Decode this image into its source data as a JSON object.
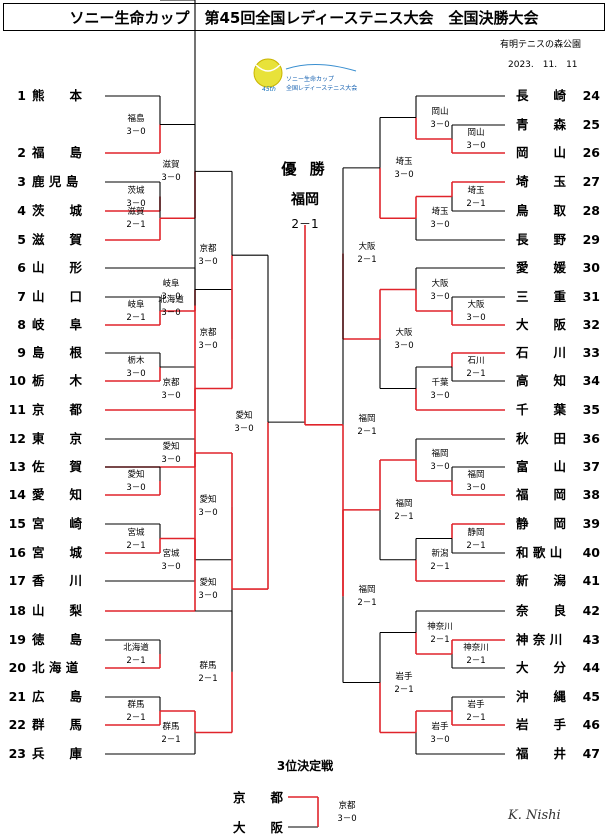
{
  "header": {
    "title": "ソニー生命カップ　第45回全国レディーステニス大会　全国決勝大会",
    "venue": "有明テニスの森公園",
    "date": "2023.　11.　11"
  },
  "logo": {
    "line1": "ソニー生命カップ",
    "line2": "全国レディーステニス大会",
    "ball_text": "45th"
  },
  "champion": {
    "heading": "優 勝",
    "team": "福岡",
    "score": "2－1"
  },
  "left_teams": [
    {
      "num": "1",
      "name": "熊　　本"
    },
    {
      "num": "2",
      "name": "福　　島"
    },
    {
      "num": "3",
      "name": "鹿 児 島"
    },
    {
      "num": "4",
      "name": "茨　　城"
    },
    {
      "num": "5",
      "name": "滋　　賀"
    },
    {
      "num": "6",
      "name": "山　　形"
    },
    {
      "num": "7",
      "name": "山　　口"
    },
    {
      "num": "8",
      "name": "岐　　阜"
    },
    {
      "num": "9",
      "name": "島　　根"
    },
    {
      "num": "10",
      "name": "栃　　木"
    },
    {
      "num": "11",
      "name": "京　　都"
    },
    {
      "num": "12",
      "name": "東　　京"
    },
    {
      "num": "13",
      "name": "佐　　賀"
    },
    {
      "num": "14",
      "name": "愛　　知"
    },
    {
      "num": "15",
      "name": "宮　　崎"
    },
    {
      "num": "16",
      "name": "宮　　城"
    },
    {
      "num": "17",
      "name": "香　　川"
    },
    {
      "num": "18",
      "name": "山　　梨"
    },
    {
      "num": "19",
      "name": "徳　　島"
    },
    {
      "num": "20",
      "name": "北 海 道"
    },
    {
      "num": "21",
      "name": "広　　島"
    },
    {
      "num": "22",
      "name": "群　　馬"
    },
    {
      "num": "23",
      "name": "兵　　庫"
    }
  ],
  "right_teams": [
    {
      "num": "24",
      "name": "長　　崎"
    },
    {
      "num": "25",
      "name": "青　　森"
    },
    {
      "num": "26",
      "name": "岡　　山"
    },
    {
      "num": "27",
      "name": "埼　　玉"
    },
    {
      "num": "28",
      "name": "鳥　　取"
    },
    {
      "num": "29",
      "name": "長　　野"
    },
    {
      "num": "30",
      "name": "愛　　媛"
    },
    {
      "num": "31",
      "name": "三　　重"
    },
    {
      "num": "32",
      "name": "大　　阪"
    },
    {
      "num": "33",
      "name": "石　　川"
    },
    {
      "num": "34",
      "name": "高　　知"
    },
    {
      "num": "35",
      "name": "千　　葉"
    },
    {
      "num": "36",
      "name": "秋　　田"
    },
    {
      "num": "37",
      "name": "富　　山"
    },
    {
      "num": "38",
      "name": "福　　岡"
    },
    {
      "num": "39",
      "name": "静　　岡"
    },
    {
      "num": "40",
      "name": "和 歌 山"
    },
    {
      "num": "41",
      "name": "新　　潟"
    },
    {
      "num": "42",
      "name": "奈　　良"
    },
    {
      "num": "43",
      "name": "神 奈 川"
    },
    {
      "num": "44",
      "name": "大　　分"
    },
    {
      "num": "45",
      "name": "沖　　縄"
    },
    {
      "num": "46",
      "name": "岩　　手"
    },
    {
      "num": "47",
      "name": "福　　井"
    }
  ],
  "matches": [
    {
      "id": "L1",
      "winner": "福島",
      "score": "3－0"
    },
    {
      "id": "L2",
      "winner": "茨城",
      "score": "3－0"
    },
    {
      "id": "L3",
      "winner": "滋賀",
      "score": "2－1"
    },
    {
      "id": "L4",
      "winner": "滋賀",
      "score": "3－0"
    },
    {
      "id": "L5",
      "winner": "岐阜",
      "score": "2－1"
    },
    {
      "id": "L6",
      "winner": "岐阜",
      "score": "3－0"
    },
    {
      "id": "L7",
      "winner": "栃木",
      "score": "3－0"
    },
    {
      "id": "L8",
      "winner": "京都",
      "score": "3－0"
    },
    {
      "id": "L9",
      "winner": "京都",
      "score": "3－0"
    },
    {
      "id": "L10",
      "winner": "京都",
      "score": "3－0"
    },
    {
      "id": "L11",
      "winner": "愛知",
      "score": "3－0"
    },
    {
      "id": "L12",
      "winner": "愛知",
      "score": "3－0"
    },
    {
      "id": "L13",
      "winner": "宮城",
      "score": "2－1"
    },
    {
      "id": "L14",
      "winner": "宮城",
      "score": "3－0"
    },
    {
      "id": "L15",
      "winner": "愛知",
      "score": "3－0"
    },
    {
      "id": "L16",
      "winner": "北海道",
      "score": "3－0"
    },
    {
      "id": "L17",
      "winner": "北海道",
      "score": "2－1"
    },
    {
      "id": "L18",
      "winner": "群馬",
      "score": "2－1"
    },
    {
      "id": "L19",
      "winner": "群馬",
      "score": "2－1"
    },
    {
      "id": "L20",
      "winner": "群馬",
      "score": "2－1"
    },
    {
      "id": "L21",
      "winner": "愛知",
      "score": "3－0"
    },
    {
      "id": "L22",
      "winner": "愛知",
      "score": "3－0"
    },
    {
      "id": "R1",
      "winner": "岡山",
      "score": "3－0"
    },
    {
      "id": "R2",
      "winner": "岡山",
      "score": "3－0"
    },
    {
      "id": "R3",
      "winner": "埼玉",
      "score": "2－1"
    },
    {
      "id": "R4",
      "winner": "埼玉",
      "score": "3－0"
    },
    {
      "id": "R5",
      "winner": "埼玉",
      "score": "3－0"
    },
    {
      "id": "R6",
      "winner": "大阪",
      "score": "3－0"
    },
    {
      "id": "R7",
      "winner": "大阪",
      "score": "3－0"
    },
    {
      "id": "R8",
      "winner": "石川",
      "score": "2－1"
    },
    {
      "id": "R9",
      "winner": "千葉",
      "score": "3－0"
    },
    {
      "id": "R10",
      "winner": "大阪",
      "score": "3－0"
    },
    {
      "id": "R11",
      "winner": "大阪",
      "score": "2－1"
    },
    {
      "id": "R12",
      "winner": "福岡",
      "score": "3－0"
    },
    {
      "id": "R13",
      "winner": "福岡",
      "score": "3－0"
    },
    {
      "id": "R14",
      "winner": "静岡",
      "score": "2－1"
    },
    {
      "id": "R15",
      "winner": "新潟",
      "score": "2－1"
    },
    {
      "id": "R16",
      "winner": "福岡",
      "score": "2－1"
    },
    {
      "id": "R17",
      "winner": "神奈川",
      "score": "2－1"
    },
    {
      "id": "R18",
      "winner": "神奈川",
      "score": "2－1"
    },
    {
      "id": "R19",
      "winner": "岩手",
      "score": "2－1"
    },
    {
      "id": "R20",
      "winner": "岩手",
      "score": "3－0"
    },
    {
      "id": "R21",
      "winner": "岩手",
      "score": "2－1"
    },
    {
      "id": "R22",
      "winner": "福岡",
      "score": "2－1"
    },
    {
      "id": "R23",
      "winner": "福岡",
      "score": "2－1"
    }
  ],
  "third_place": {
    "title": "3位決定戦",
    "team1": "京　　都",
    "team2": "大　　阪",
    "winner": "京都",
    "score": "3－0"
  },
  "signature": "K. Nishi",
  "colors": {
    "win_line": "#e0242b",
    "line": "#000000"
  }
}
